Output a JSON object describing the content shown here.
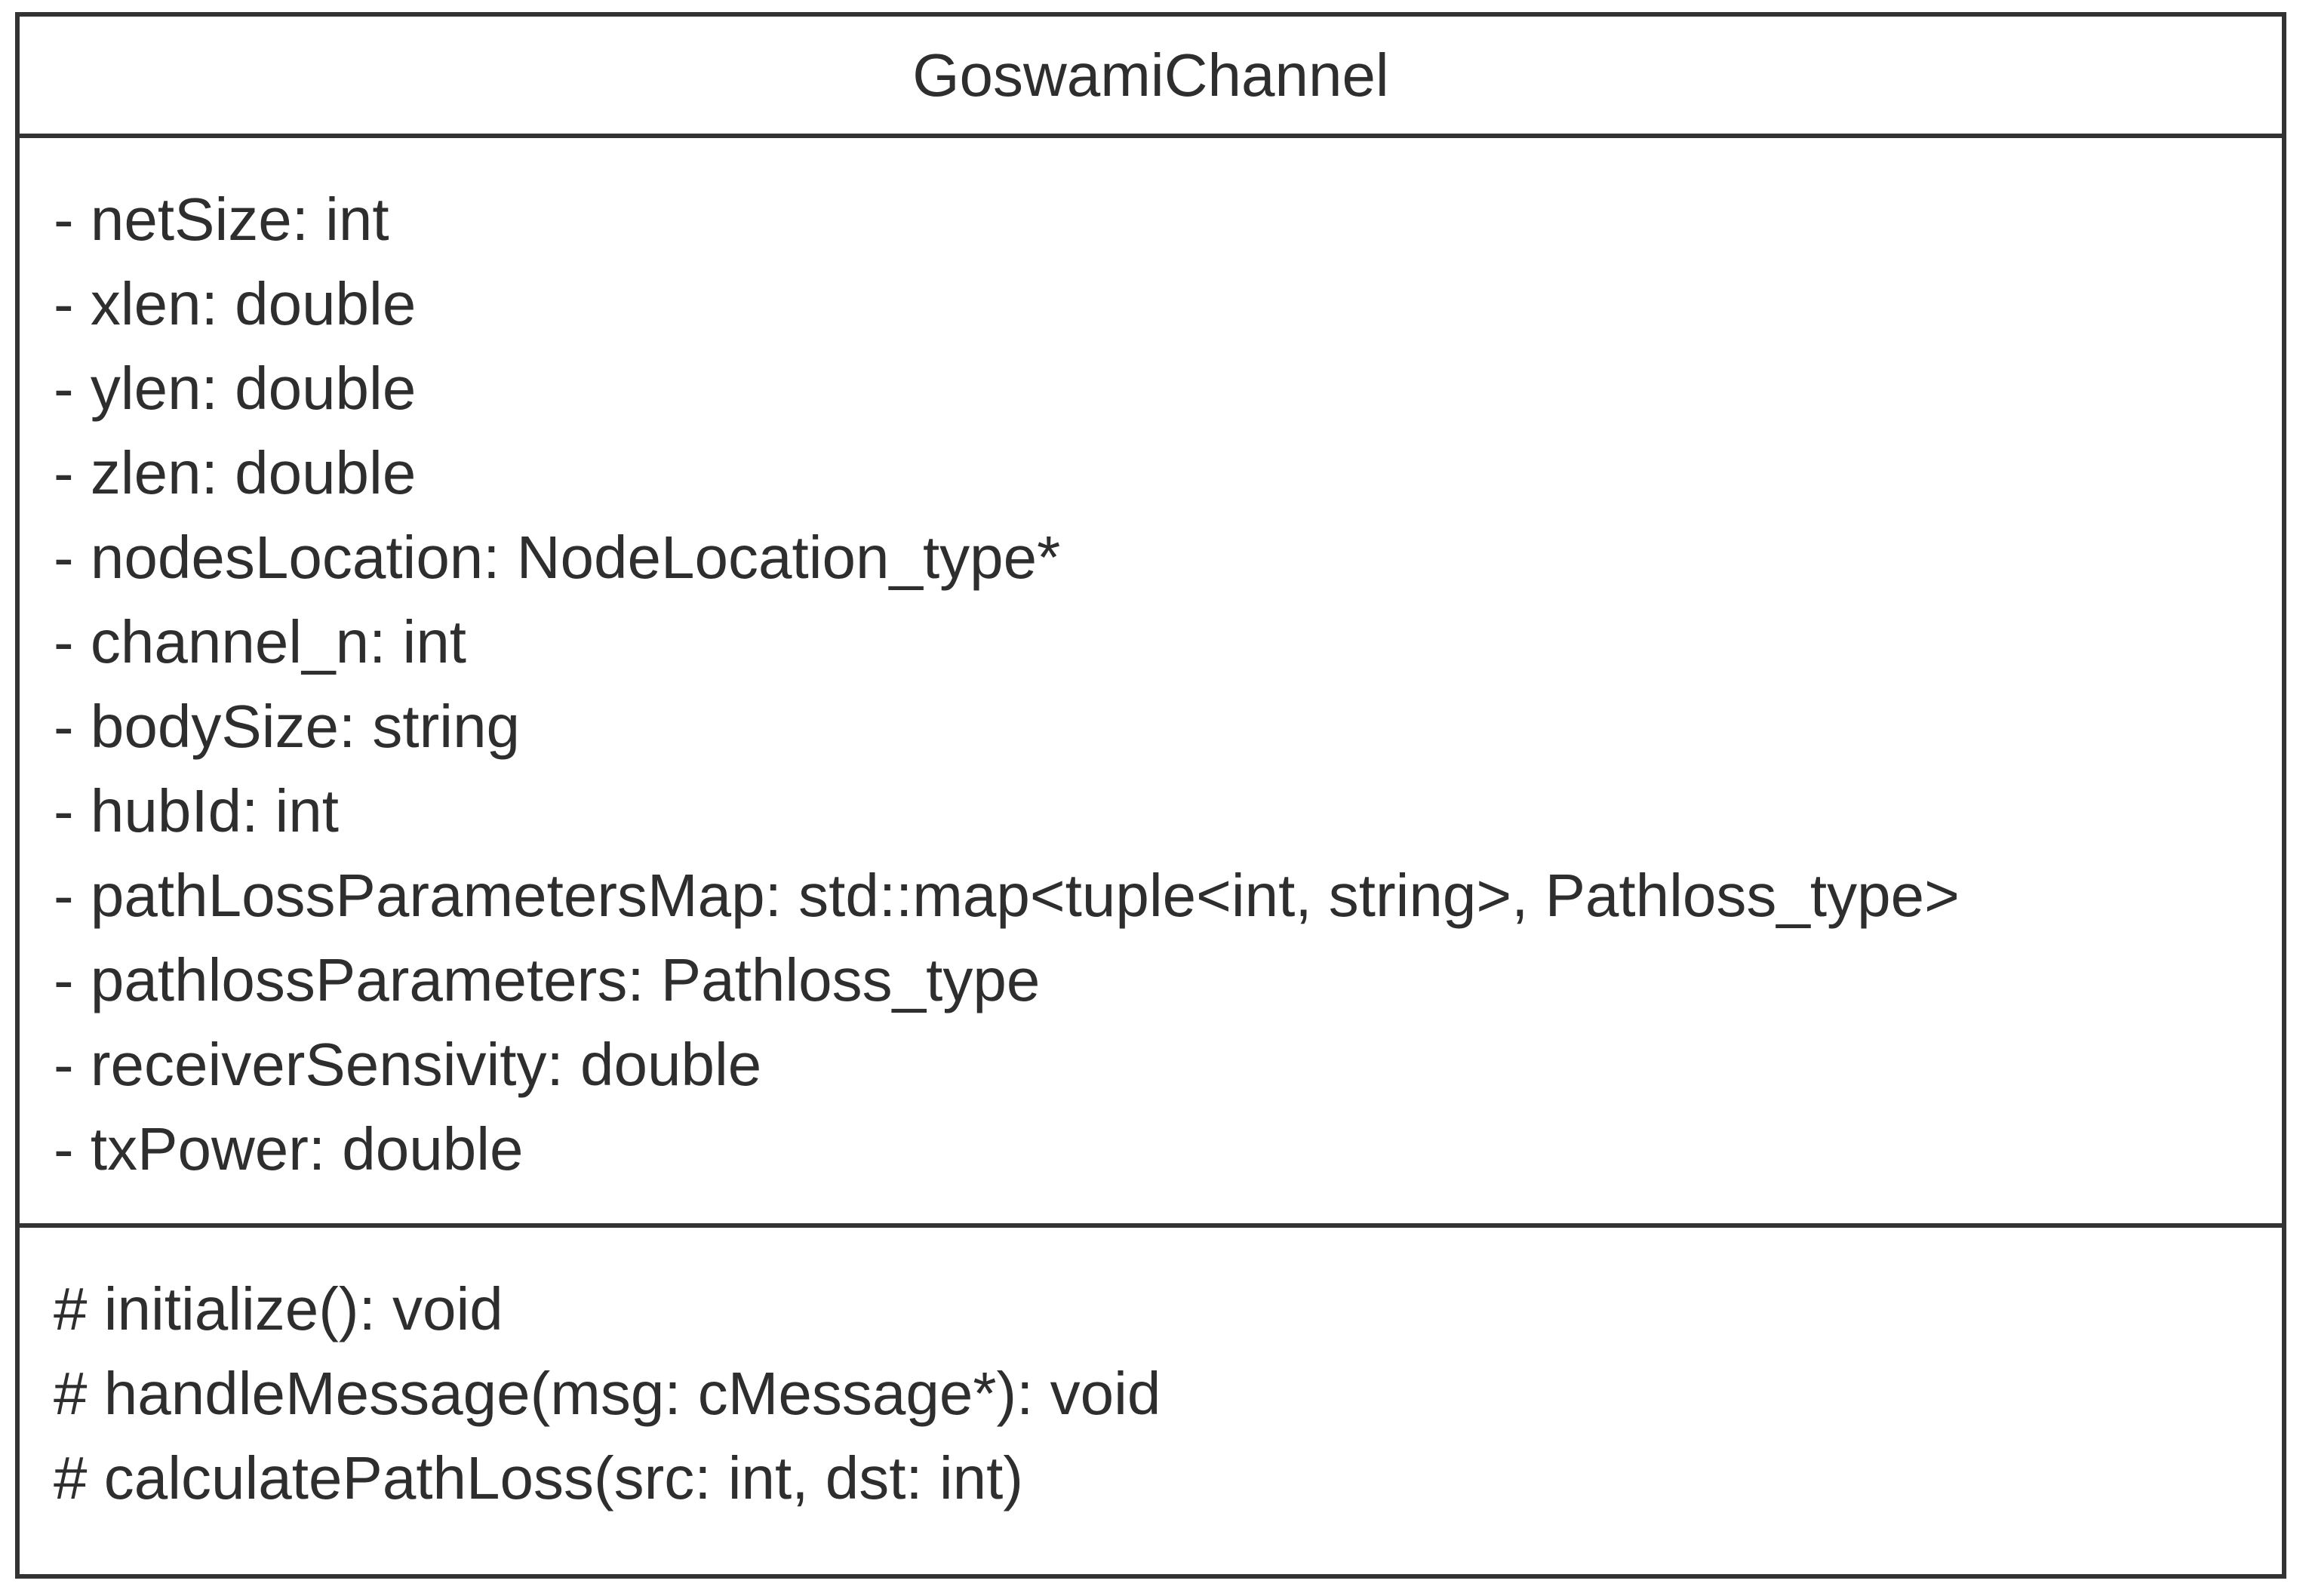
{
  "diagram": {
    "type": "uml-class-diagram",
    "background_color": "#ffffff",
    "border_color": "#333333",
    "text_color": "#2e2e2e"
  },
  "class_box": {
    "name": "GoswamiChannel",
    "attributes": [
      "- netSize: int",
      "- xlen: double",
      "- ylen: double",
      "- zlen: double",
      "- nodesLocation: NodeLocation_type*",
      "- channel_n: int",
      "- bodySize: string",
      "- hubId: int",
      "- pathLossParametersMap: std::map<tuple<int, string>, Pathloss_type>",
      "- pathlossParameters: Pathloss_type",
      "- receiverSensivity: double",
      "- txPower: double"
    ],
    "operations": [
      "# initialize(): void",
      "# handleMessage(msg: cMessage*): void",
      "# calculatePathLoss(src: int, dst: int)"
    ]
  }
}
